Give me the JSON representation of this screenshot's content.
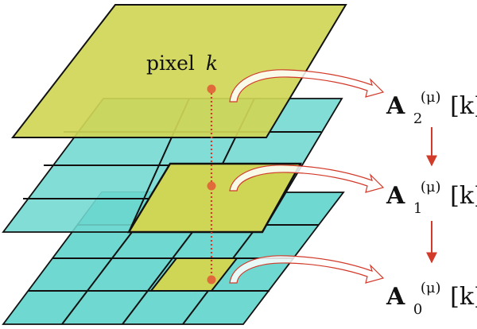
{
  "pixel_label": {
    "text": "pixel",
    "var": "k"
  },
  "outputs": [
    {
      "base": "A",
      "sub": "2",
      "sup": "(μ)",
      "index": "[k]"
    },
    {
      "base": "A",
      "sub": "1",
      "sup": "(μ)",
      "index": "[k]"
    },
    {
      "base": "A",
      "sub": "0",
      "sup": "(μ)",
      "index": "[k]"
    }
  ],
  "colors": {
    "cyan_fill": "#6fd8d0",
    "cyan_dark": "#4ecbc2",
    "yellow_fill": "#cfd656",
    "red": "#d23a2a",
    "stroke": "#111111"
  }
}
